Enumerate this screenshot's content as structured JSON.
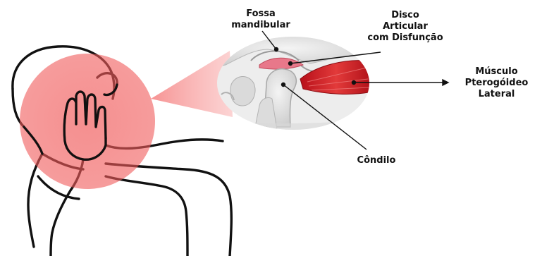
{
  "labels": {
    "fossa_mandibular": [
      "Fossa",
      "mandibular"
    ],
    "disco_articular": [
      "Disco",
      "Articular",
      "com Disfunção"
    ],
    "musculo_pterogoideo": [
      "Músculo",
      "Pterogóideo",
      "Lateral"
    ],
    "condilo": [
      "Côndilo"
    ]
  },
  "colors": {
    "pain_highlight": "#f05a5a",
    "muscle": "#d0202a",
    "disc": "#e8788a",
    "bone": "#e4e4e4",
    "outline": "#111111"
  }
}
